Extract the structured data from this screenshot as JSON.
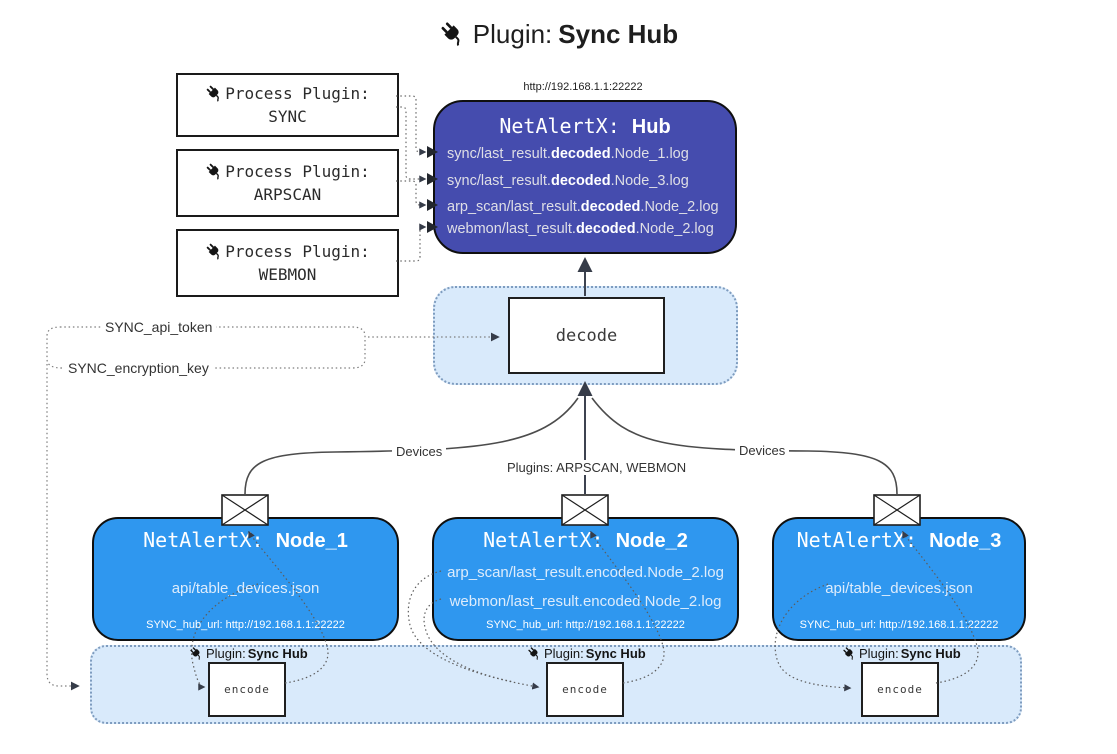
{
  "colors": {
    "hub_fill": "#454cae",
    "node_fill": "#2f97ef",
    "container_fill": "#d9eafb",
    "container_border": "#7e9cbf",
    "arrow": "#3d4350"
  },
  "title": {
    "label": "Plugin:",
    "name": "Sync Hub"
  },
  "process_plugins": [
    {
      "label": "Process Plugin:",
      "name": "SYNC"
    },
    {
      "label": "Process Plugin:",
      "name": "ARPSCAN"
    },
    {
      "label": "Process Plugin:",
      "name": "WEBMON"
    }
  ],
  "hub": {
    "url": "http://192.168.1.1:22222",
    "title_label": "NetAlertX: ",
    "title_name": "Hub",
    "logs": [
      {
        "pre": "sync/last_result.",
        "bold": "decoded",
        "post": ".Node_1.log"
      },
      {
        "pre": "sync/last_result.",
        "bold": "decoded",
        "post": ".Node_3.log"
      },
      {
        "pre": "arp_scan/last_result.",
        "bold": "decoded",
        "post": ".Node_2.log"
      },
      {
        "pre": "webmon/last_result.",
        "bold": "decoded",
        "post": ".Node_2.log"
      }
    ]
  },
  "decode_box": {
    "label": "decode"
  },
  "secrets": {
    "api_token": "SYNC_api_token",
    "encryption_key": "SYNC_encryption_key"
  },
  "edge_labels": {
    "devices_left": "Devices",
    "devices_right": "Devices",
    "plugins_mid": "Plugins: ARPSCAN, WEBMON"
  },
  "nodes": [
    {
      "title_label": "NetAlertX: ",
      "title_name": "Node_1",
      "lines": [
        "api/table_devices.json"
      ],
      "hub_url": "SYNC_hub_url: http://192.168.1.1:22222"
    },
    {
      "title_label": "NetAlertX: ",
      "title_name": "Node_2",
      "lines": [
        "arp_scan/last_result.encoded.Node_2.log",
        "webmon/last_result.encoded.Node_2.log"
      ],
      "hub_url": "SYNC_hub_url: http://192.168.1.1:22222"
    },
    {
      "title_label": "NetAlertX: ",
      "title_name": "Node_3",
      "lines": [
        "api/table_devices.json"
      ],
      "hub_url": "SYNC_hub_url: http://192.168.1.1:22222"
    }
  ],
  "encoders": [
    {
      "plugin_label": "Plugin: ",
      "plugin_name": "Sync Hub",
      "box_label": "encode"
    },
    {
      "plugin_label": "Plugin: ",
      "plugin_name": "Sync Hub",
      "box_label": "encode"
    },
    {
      "plugin_label": "Plugin: ",
      "plugin_name": "Sync Hub",
      "box_label": "encode"
    }
  ]
}
